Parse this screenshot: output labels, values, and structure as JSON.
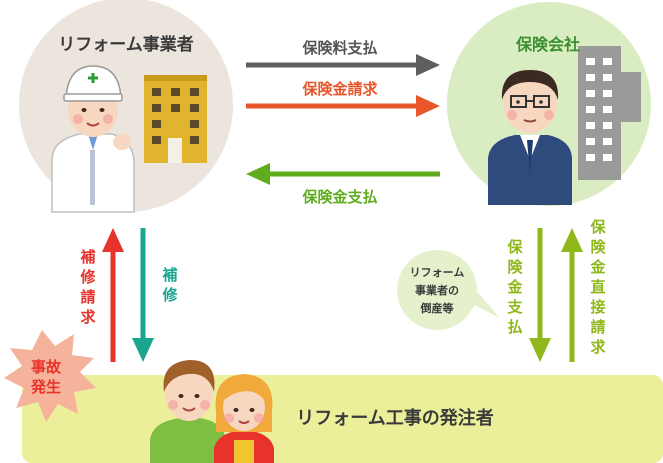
{
  "contractor": {
    "label": "リフォーム事業者"
  },
  "insurer": {
    "label": "保険会社"
  },
  "client": {
    "label": "リフォーム工事の発注者"
  },
  "flows": {
    "premium_payment": "保険料支払",
    "claim_request": "保険金請求",
    "claim_payment": "保険金支払",
    "repair_request": "補修請求",
    "repair": "補修",
    "insurer_payment": "保険金支払",
    "direct_claim": "保険金直接請求"
  },
  "accident": {
    "label_line1": "事故",
    "label_line2": "発生"
  },
  "bubble": {
    "line1": "リフォーム",
    "line2": "事業者の",
    "line3": "倒産等"
  },
  "colors": {
    "gray_arrow": "#5f5f5f",
    "orange_arrow": "#e8562b",
    "green_arrow": "#5fac1f",
    "red_arrow": "#e8322c",
    "teal_arrow": "#1aa58f",
    "olive_arrow": "#8fb81b",
    "contractor_circle": "#ece5dd",
    "insurer_circle": "#daedc2",
    "client_band": "#ecef9a",
    "bubble_fill": "#e4f1cc",
    "burst_fill": "#f6b39b"
  }
}
